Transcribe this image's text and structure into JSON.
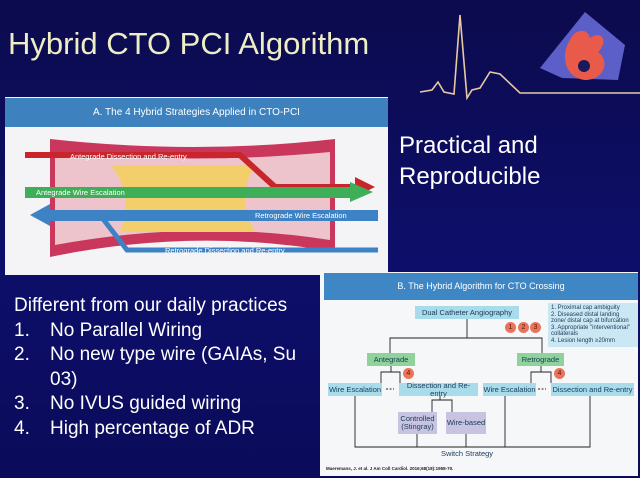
{
  "title": "Hybrid CTO PCI Algorithm",
  "panel_a": {
    "header": "A. The 4 Hybrid Strategies Applied in CTO-PCI",
    "labels": [
      "Antegrade Dissection and Re-entry",
      "Antegrade Wire Escalation",
      "Retrograde Wire Escalation",
      "Retrograde Dissection and Re-entry"
    ]
  },
  "practical": [
    "Practical and",
    "Reproducible"
  ],
  "list": {
    "heading": "Different from our daily practices",
    "items": [
      {
        "num": "1.",
        "text": "No Parallel Wiring"
      },
      {
        "num": "2.",
        "text": "No new type wire (GAIAs, Su"
      },
      {
        "num": "",
        "text": "03)"
      },
      {
        "num": "3.",
        "text": "No IVUS guided wiring"
      },
      {
        "num": "4.",
        "text": "High percentage of ADR"
      }
    ]
  },
  "panel_b": {
    "header": "B. The Hybrid Algorithm for CTO Crossing",
    "dual": "Dual Catheter Angiography",
    "notes": [
      "1. Proximal cap ambiguity",
      "2. Diseased distal landing zone/ distal cap at bifurcation",
      "3. Appropriate \"interventional\" collaterals",
      "4. Lesion length ≥20mm"
    ],
    "circles": [
      "1",
      "2",
      "3",
      "4",
      "4"
    ],
    "antegrade": "Antegrade",
    "retrograde": "Retrograde",
    "wire_escalation": "Wire Escalation",
    "dissection": "Dissection and Re-entry",
    "controlled": "Controlled (Stingray)",
    "wire_based": "Wire-based",
    "switch": "Switch Strategy",
    "citation": "Maeremans, J. et al. J Am Coll Cardiol. 2016;68(18):1958-70."
  },
  "colors": {
    "red": "#c8262a",
    "green": "#3fae58",
    "blue": "#3d82c4",
    "vessel": "#c9385c",
    "plaque": "#f2cf6a"
  }
}
